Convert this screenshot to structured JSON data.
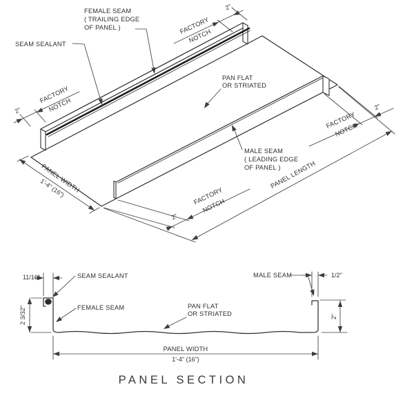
{
  "drawing": {
    "iso": {
      "female_seam_line1": "FEMALE SEAM",
      "female_seam_line2": "( TRAILING EDGE",
      "female_seam_line3": "OF PANEL )",
      "seam_sealant": "SEAM SEALANT",
      "pan_flat_line1": "PAN FLAT",
      "pan_flat_line2": "OR STRIATED",
      "male_seam_line1": "MALE SEAM",
      "male_seam_line2": "( LEADING EDGE",
      "male_seam_line3": "OF PANEL )",
      "factory": "FACTORY",
      "notch": "NOTCH",
      "dim_2in": "2\"",
      "panel_width": "PANEL WIDTH",
      "panel_width_value": "1'-4\" (16\")",
      "panel_length": "PANEL LENGTH"
    },
    "section": {
      "dim_11_16": "11/16\"",
      "seam_sealant": "SEAM SEALANT",
      "female_seam": "FEMALE SEAM",
      "dim_2_3_32": "2 3/32\"",
      "pan_flat_line1": "PAN FLAT",
      "pan_flat_line2": "OR STRIATED",
      "male_seam": "MALE SEAM",
      "dim_half": "1/2\"",
      "dim_2in": "2\"",
      "panel_width": "PANEL WIDTH",
      "panel_width_value": "1'-4\" (16\")",
      "title": "PANEL SECTION"
    }
  }
}
